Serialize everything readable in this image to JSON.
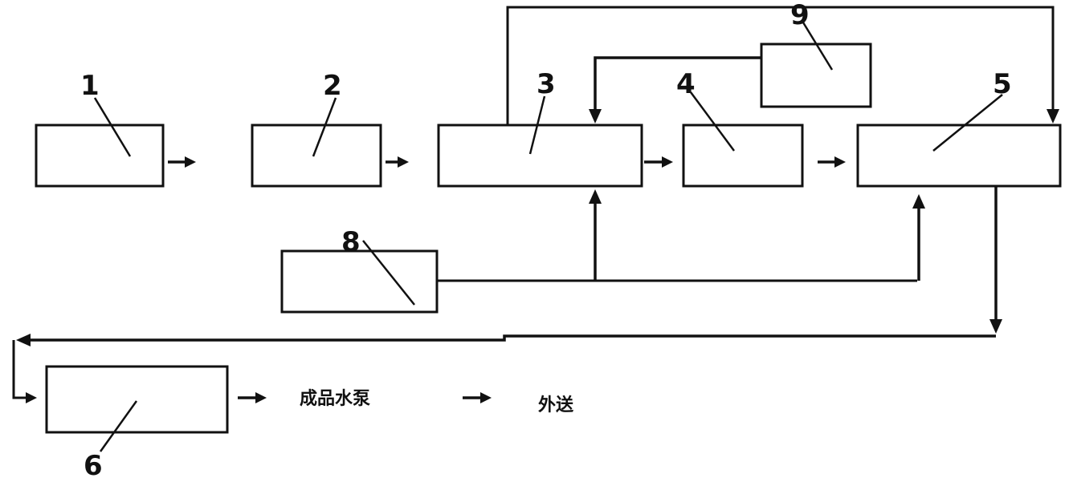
{
  "labels": {
    "box1": "1",
    "box2": "2",
    "box3": "3",
    "box4": "4",
    "box5": "5",
    "box6": "6",
    "box8": "8",
    "box9": "9"
  },
  "text": {
    "product_water_pump": "成品水泵",
    "external_delivery": "外送"
  }
}
